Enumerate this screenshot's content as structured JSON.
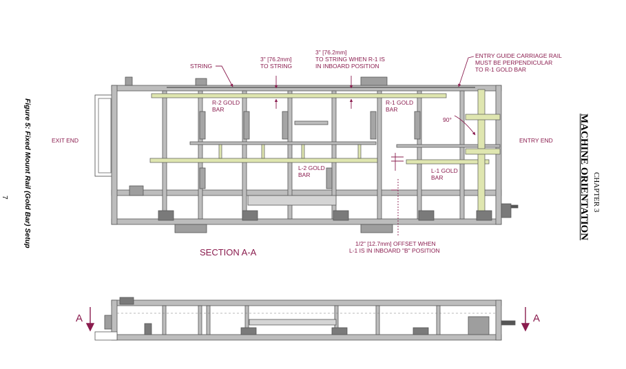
{
  "page": {
    "page_number": "7",
    "figure_caption": "Figure 5: Fixed Mount Rail (Gold Bar) Setup",
    "chapter": "CHAPTER 3",
    "chapter_title": "MACHINE ORIENTATION"
  },
  "drawing": {
    "exit_end": "EXIT END",
    "entry_end": "ENTRY END",
    "string_label": "STRING",
    "dim_to_string_1": "3\" [76.2mm]",
    "dim_to_string_2": "TO STRING",
    "dim_r1_1": "3\" [76.2mm]",
    "dim_r1_2": "TO STRING WHEN R-1 IS",
    "dim_r1_3": "IN INBOARD POSITION",
    "entry_guide_1": "ENTRY GUIDE CARRIAGE RAIL",
    "entry_guide_2": "MUST BE PERPENDICULAR",
    "entry_guide_3": "TO R-1 GOLD BAR",
    "r2_1": "R-2 GOLD",
    "r2_2": "BAR",
    "r1_1": "R-1 GOLD",
    "r1_2": "BAR",
    "l2_1": "L-2 GOLD",
    "l2_2": "BAR",
    "l1_1": "L-1 GOLD",
    "l1_2": "BAR",
    "angle": "90°",
    "offset_1": "1/2\" [12.7mm] OFFSET WHEN",
    "offset_2": "L-1 IS IN INBOARD \"B\" POSITION",
    "section_title": "SECTION A-A",
    "section_marker_left": "A",
    "section_marker_right": "A"
  },
  "colors": {
    "annotation": "#8a1c4e",
    "frame": "#b9b9b9",
    "gold_bar": "#dfe6b0"
  }
}
